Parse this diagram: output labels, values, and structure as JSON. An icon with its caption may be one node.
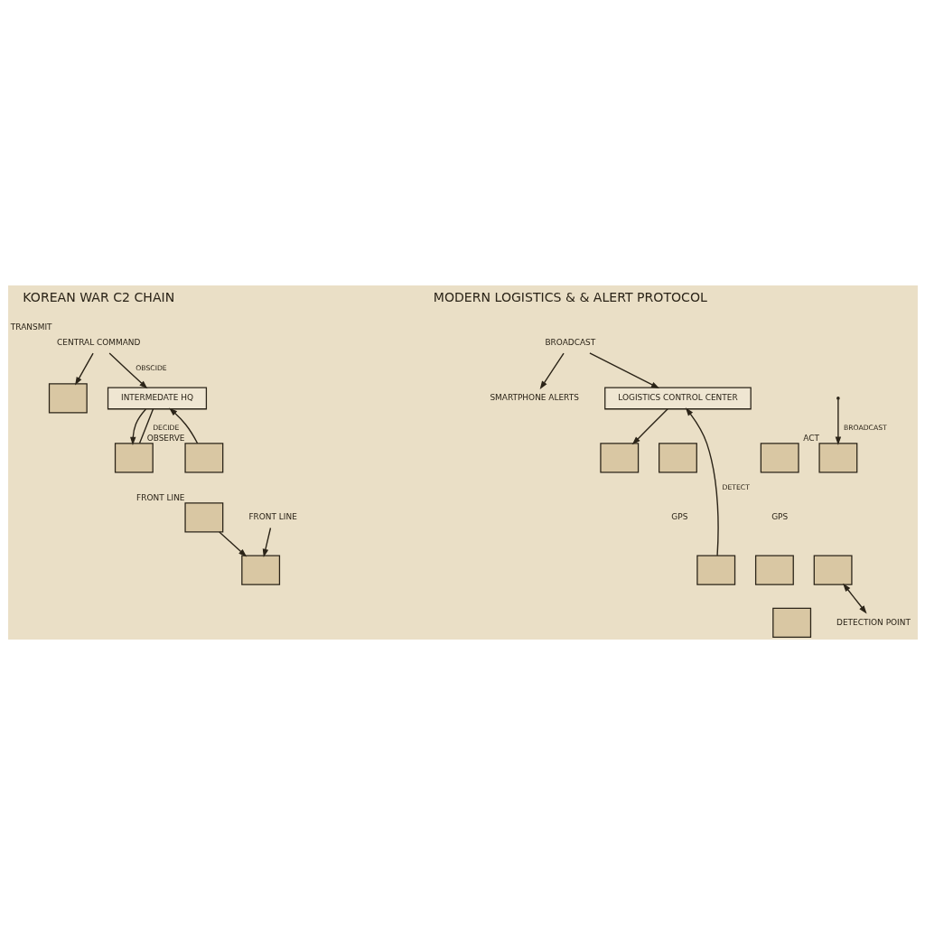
{
  "diagram": {
    "nodes": [
      {
        "text": [
          "CENTRAL COMMAND"
        ],
        "beside": [
          "TRANSMIT"
        ]
      },
      {
        "text": [],
        "shape": "box"
      },
      {
        "text": [
          "INTERMEDATE HQ"
        ]
      },
      {
        "text": [],
        "shape": "box",
        "beside": [
          "OBSERVE"
        ]
      },
      {
        "text": [],
        "shape": "box"
      },
      {
        "text": [],
        "shape": "box",
        "beside": [
          "FRONT LINE"
        ]
      },
      {
        "text": [],
        "shape": "box"
      },
      {
        "text": [
          "FRONT LINE"
        ]
      },
      {
        "text": [
          "BROADCAST"
        ]
      },
      {
        "text": [
          "SMARTPHONE ALERTS"
        ]
      },
      {
        "text": [
          "LOGISTICS CONTROL CENTER"
        ]
      },
      {
        "text": [],
        "shape": "box"
      },
      {
        "text": [],
        "shape": "box"
      },
      {
        "text": [],
        "shape": "box"
      },
      {
        "text": [
          "GPS"
        ]
      },
      {
        "text": [
          "GPS"
        ]
      },
      {
        "text": [],
        "shape": "box",
        "beside": [
          "ACT"
        ]
      },
      {
        "text": [],
        "shape": "box"
      },
      {
        "text": [],
        "shape": "box"
      },
      {
        "text": [],
        "shape": "box"
      },
      {
        "text": [],
        "shape": "box"
      },
      {
        "text": [
          "DETECTION POINT"
        ]
      }
    ],
    "edges": [
      {
        "from": 0,
        "to": 1,
        "arrow": "to"
      },
      {
        "from": 0,
        "to": 2,
        "arrow": "to",
        "label": "OBSCIDE"
      },
      {
        "from": 3,
        "to": 2,
        "arrow": "to"
      },
      {
        "from": 2,
        "to": 4,
        "arrow": "to"
      },
      {
        "from": 2,
        "to": 4,
        "arrow": "none",
        "label": "DECIDE"
      },
      {
        "from": 5,
        "to": 6,
        "arrow": "to"
      },
      {
        "from": 7,
        "to": 6,
        "arrow": "to"
      },
      {
        "from": 8,
        "to": 9,
        "arrow": "to"
      },
      {
        "from": 8,
        "to": 10,
        "arrow": "to"
      },
      {
        "from": null,
        "to": 16,
        "arrow": "to",
        "label": "BROADCAST"
      },
      {
        "from": 10,
        "to": 11,
        "arrow": "to"
      },
      {
        "from": 17,
        "to": 10,
        "arrow": "to",
        "label": "DETECT"
      },
      {
        "from": 21,
        "to": 19,
        "arrow": "both"
      }
    ],
    "labels": [
      "KOREAN WAR C2 CHAIN",
      "MODERN LOGISTICS & & ALERT PROTOCOL"
    ]
  }
}
